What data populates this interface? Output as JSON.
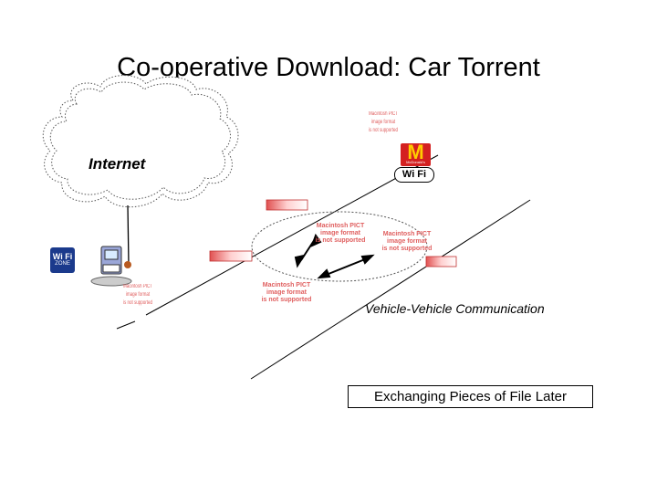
{
  "title": "Co-operative Download: Car Torrent",
  "internet_label": "Internet",
  "pict_placeholders": {
    "mcdonalds_top": [
      "Macintosh PICT",
      "image format",
      "is not supported"
    ],
    "center_top": [
      "Macintosh PICT",
      "image format",
      "is not supported"
    ],
    "right_car": [
      "Macintosh PICT",
      "image format",
      "is not supported"
    ],
    "bottom_center": [
      "Macintosh PICT",
      "image format",
      "is not supported"
    ],
    "left_terminal": [
      "Macintosh PICT",
      "image format",
      "is not supported"
    ]
  },
  "mcdonalds_badge": {
    "letter": "M",
    "text": "McDonald's"
  },
  "wifi_badge": "Wi Fi",
  "wifi_zone_badge": {
    "top": "Wi Fi",
    "bottom": "ZONE"
  },
  "v2v_label": "Vehicle-Vehicle Communication",
  "exchange_label": "Exchanging Pieces of File Later"
}
